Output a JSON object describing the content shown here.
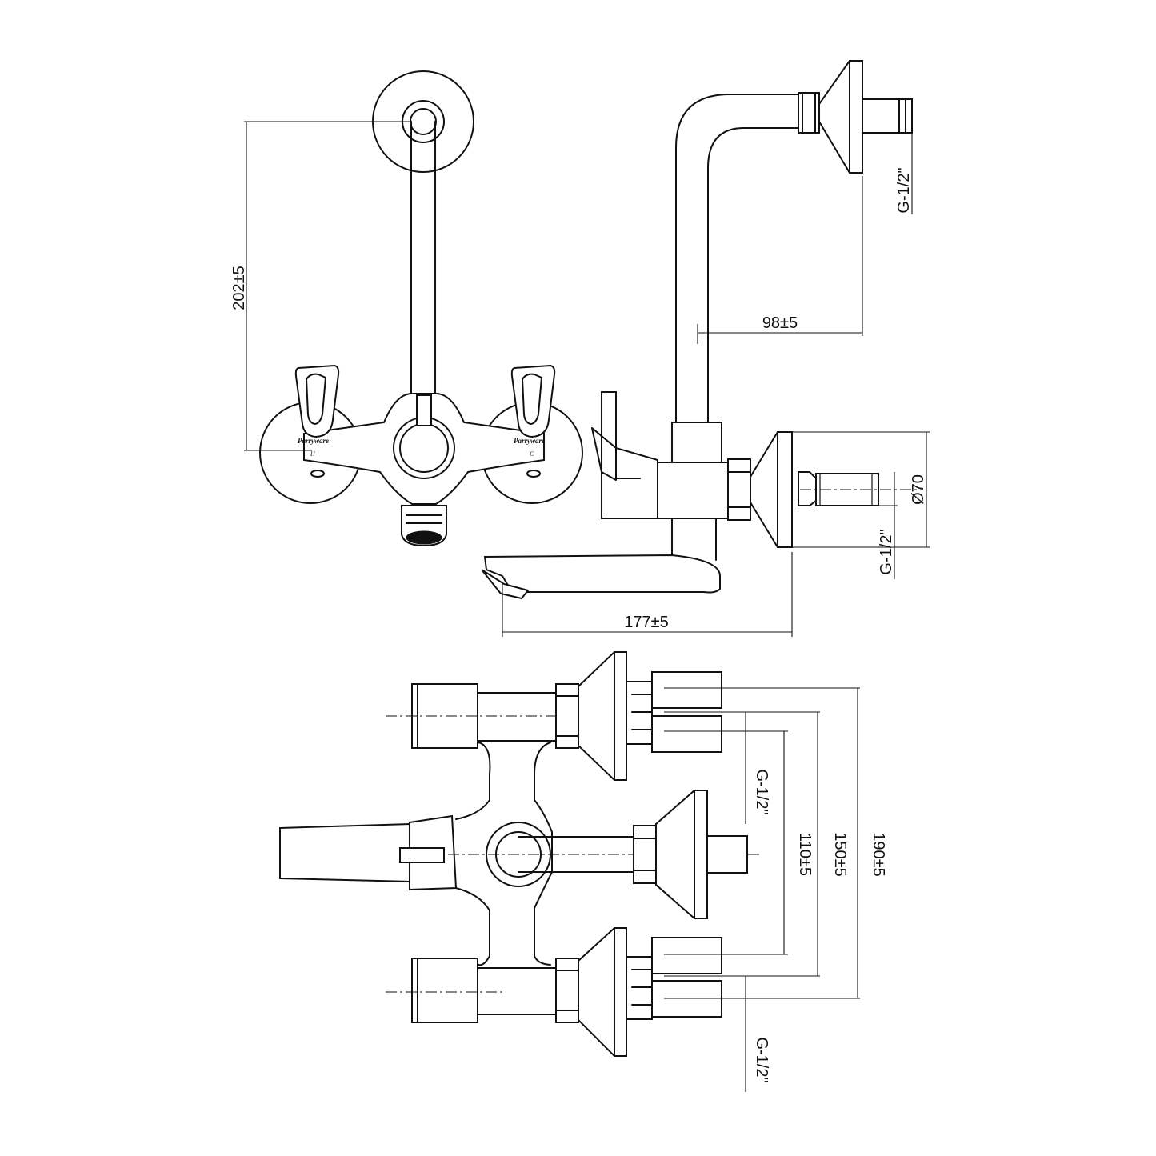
{
  "dimensions": {
    "height_202": "202±5",
    "projection_98": "98±5",
    "diameter_70": "Ø70",
    "thread_g12": "G-1/2\"",
    "spout_177": "177±5",
    "centers_110": "110±5",
    "centers_150": "150±5",
    "centers_190": "190±5"
  },
  "labels": {
    "brand": "Parryware",
    "hot": "H",
    "cold": "C"
  }
}
